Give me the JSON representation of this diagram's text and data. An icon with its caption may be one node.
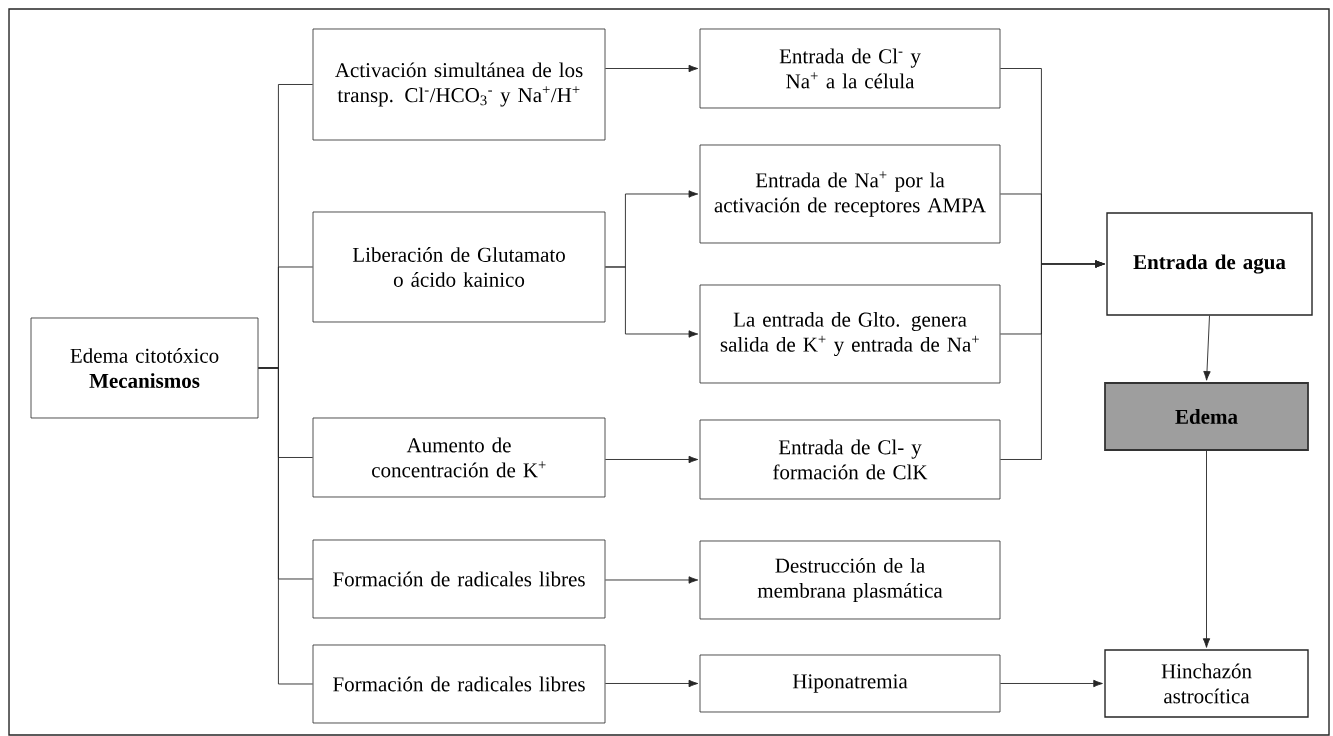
{
  "diagram": {
    "nodes": [
      {
        "text": [
          "Edema citotóxico",
          "Mecanismos"
        ]
      },
      {
        "text": [
          "Activación simultánea de los transp. Cl$^{-}$/HCO$_{3}$$^{-}$ y Na$^{+}$/H$^{+}$"
        ]
      },
      {
        "text": [
          "Liberación de Glutamato o ácido kainico"
        ]
      },
      {
        "text": [
          "Aumento de concentración de K$^{+}$"
        ]
      },
      {
        "text": [
          "Formación de radicales libres"
        ]
      },
      {
        "text": [
          "Formación de radicales libres"
        ]
      },
      {
        "text": [
          "Entrada de Cl$^{-}$ y Na$^{+}$ a la célula"
        ]
      },
      {
        "text": [
          "Entrada de Na$^{+}$ por la activación de receptores AMPA"
        ]
      },
      {
        "text": [
          "La entrada de Glto. genera salida de K$^{+}$ y entrada de Na$^{+}$"
        ]
      },
      {
        "text": [
          "Entrada de Cl- y formación de ClK"
        ]
      },
      {
        "text": [
          "Destrucción de la membrana plasmática"
        ]
      },
      {
        "text": [
          "Hiponatremia"
        ]
      },
      {
        "text": [
          "Entrada de agua"
        ]
      },
      {
        "text": [
          "Edema"
        ]
      },
      {
        "text": [
          "Hinchazón astrocítica"
        ]
      }
    ],
    "edges": [
      {
        "from": 0,
        "to": 1,
        "arrow": "none"
      },
      {
        "from": 0,
        "to": 2,
        "arrow": "none"
      },
      {
        "from": 0,
        "to": 3,
        "arrow": "none"
      },
      {
        "from": 0,
        "to": 4,
        "arrow": "none"
      },
      {
        "from": 0,
        "to": 5,
        "arrow": "none"
      },
      {
        "from": 1,
        "to": 6,
        "arrow": "to"
      },
      {
        "from": 2,
        "to": 7,
        "arrow": "to"
      },
      {
        "from": 2,
        "to": 8,
        "arrow": "to"
      },
      {
        "from": 3,
        "to": 9,
        "arrow": "to"
      },
      {
        "from": 4,
        "to": 10,
        "arrow": "to"
      },
      {
        "from": 5,
        "to": 11,
        "arrow": "to"
      },
      {
        "from": 6,
        "to": 12,
        "arrow": "to"
      },
      {
        "from": 7,
        "to": 12,
        "arrow": "to"
      },
      {
        "from": 8,
        "to": 12,
        "arrow": "to"
      },
      {
        "from": 9,
        "to": 12,
        "arrow": "to"
      },
      {
        "from": 12,
        "to": 13,
        "arrow": "to"
      },
      {
        "from": 13,
        "to": 14,
        "arrow": "to"
      },
      {
        "from": 11,
        "to": 14,
        "arrow": "to"
      }
    ]
  }
}
